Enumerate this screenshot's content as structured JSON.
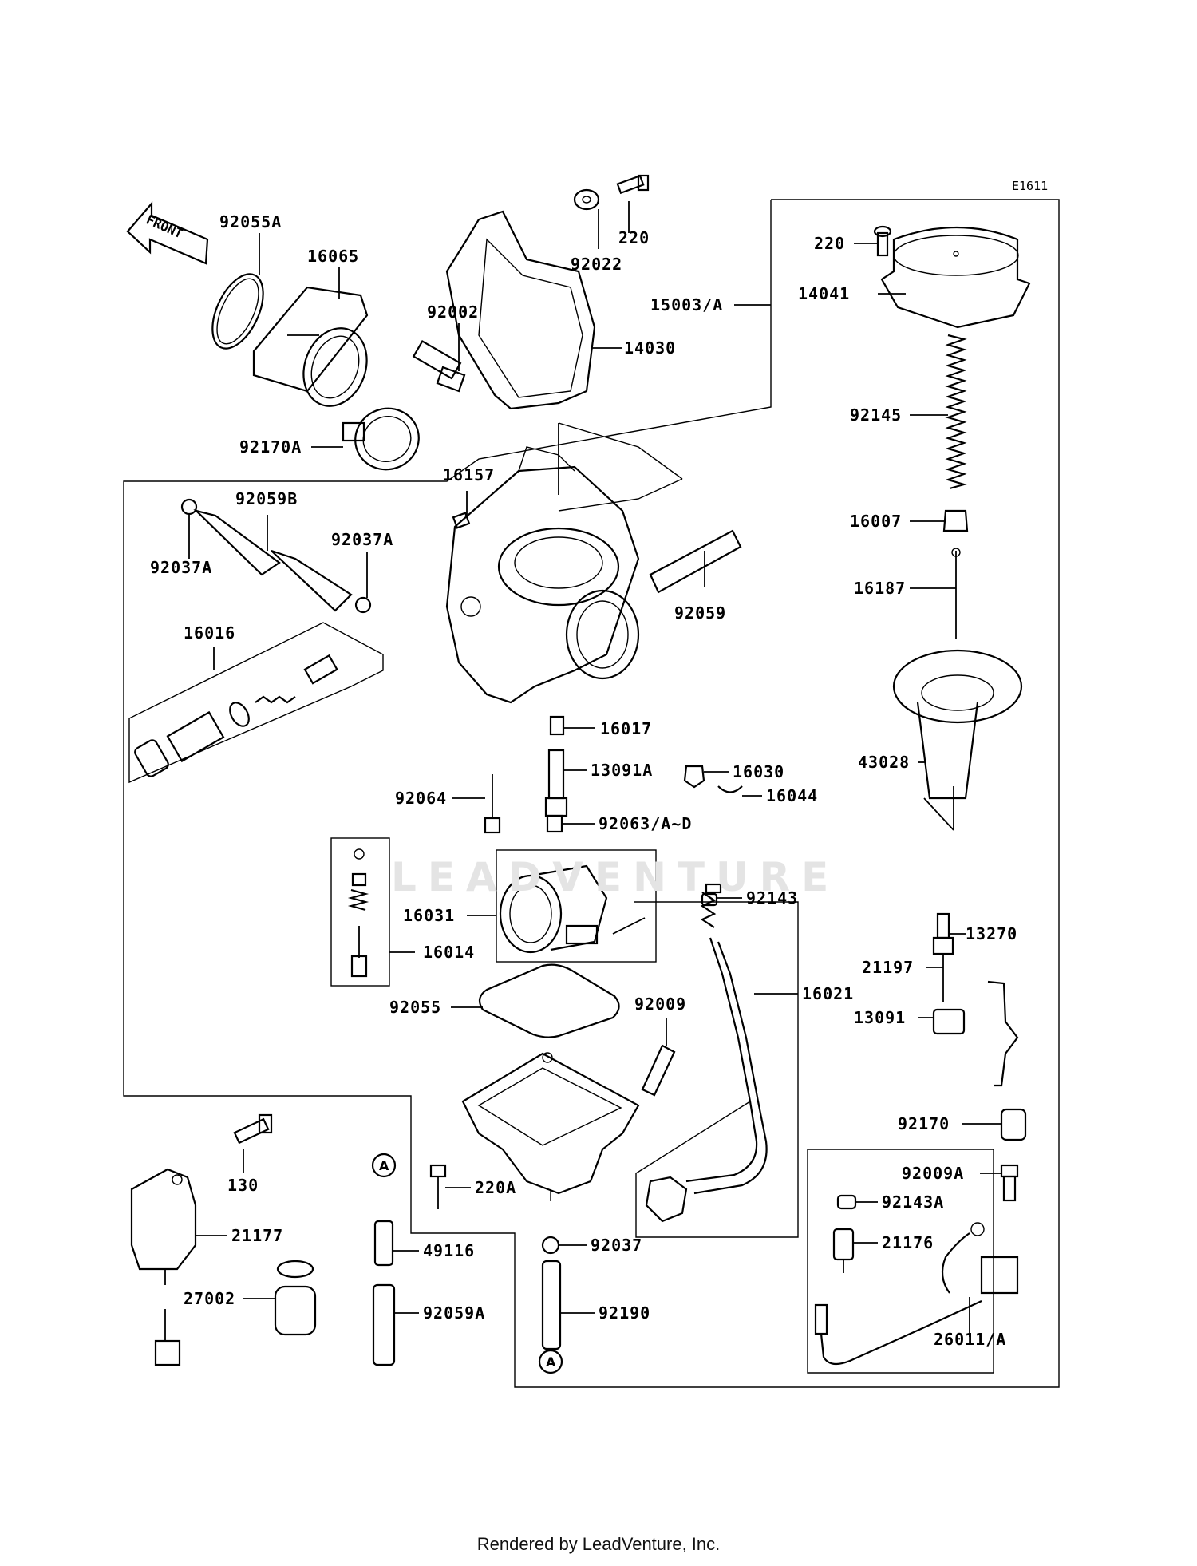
{
  "diagram_id": "E1611",
  "front_label": "FRONT",
  "watermark": "LEADVENTURE",
  "footer": "Rendered by LeadVenture, Inc.",
  "callouts": {
    "A_top": "A",
    "A_bottom": "A"
  },
  "parts": [
    "92055A",
    "16065",
    "92002",
    "220",
    "92022",
    "14030",
    "15003/A",
    "220",
    "14041",
    "92145",
    "16007",
    "16187",
    "43028",
    "92170A",
    "16157",
    "92059B",
    "92037A",
    "92037A",
    "92059",
    "16016",
    "16017",
    "13091A",
    "16030",
    "16044",
    "92064",
    "92063/A~D",
    "92143",
    "16031",
    "16014",
    "13270",
    "21197",
    "16021",
    "92055",
    "92009",
    "13091",
    "92170",
    "92009A",
    "92143A",
    "21176",
    "130",
    "21177",
    "27002",
    "49116",
    "92059A",
    "220A",
    "92037",
    "92190",
    "26011/A"
  ]
}
